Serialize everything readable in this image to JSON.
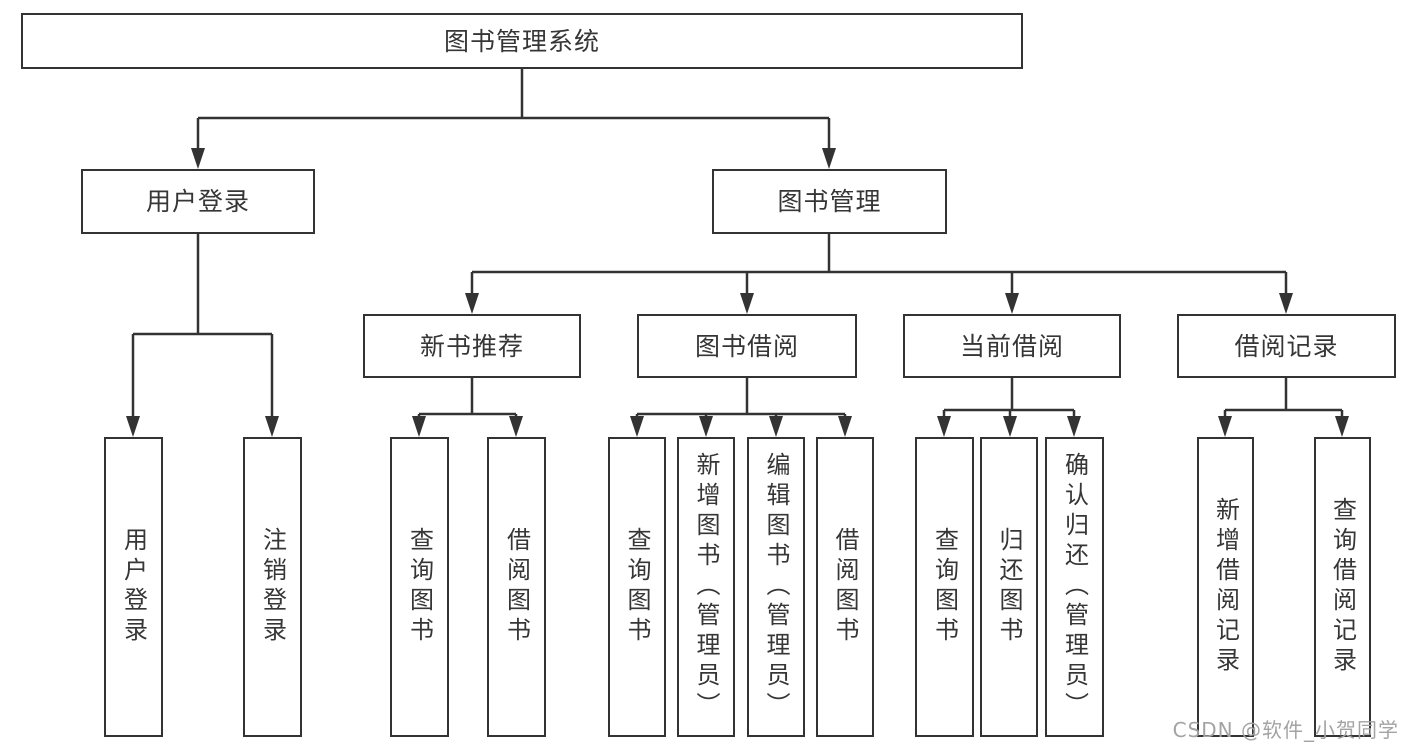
{
  "colors": {
    "line": "#333333",
    "text": "#363636",
    "background": "#ffffff",
    "watermark": "#a3a3a3"
  },
  "tree": {
    "root": {
      "label": "图书管理系统",
      "children": [
        {
          "label": "用户登录",
          "children": [
            {
              "label": "用户登录"
            },
            {
              "label": "注销登录"
            }
          ]
        },
        {
          "label": "图书管理",
          "children": [
            {
              "label": "新书推荐",
              "children": [
                {
                  "label": "查询图书"
                },
                {
                  "label": "借阅图书"
                }
              ]
            },
            {
              "label": "图书借阅",
              "children": [
                {
                  "label": "查询图书"
                },
                {
                  "label": "新增图书（管理员）"
                },
                {
                  "label": "编辑图书（管理员）"
                },
                {
                  "label": "借阅图书"
                }
              ]
            },
            {
              "label": "当前借阅",
              "children": [
                {
                  "label": "查询图书"
                },
                {
                  "label": "归还图书"
                },
                {
                  "label": "确认归还（管理员）"
                }
              ]
            },
            {
              "label": "借阅记录",
              "children": [
                {
                  "label": "新增借阅记录"
                },
                {
                  "label": "查询借阅记录"
                }
              ]
            }
          ]
        }
      ]
    }
  },
  "watermark": {
    "text": "CSDN @软件_小贺同学"
  }
}
